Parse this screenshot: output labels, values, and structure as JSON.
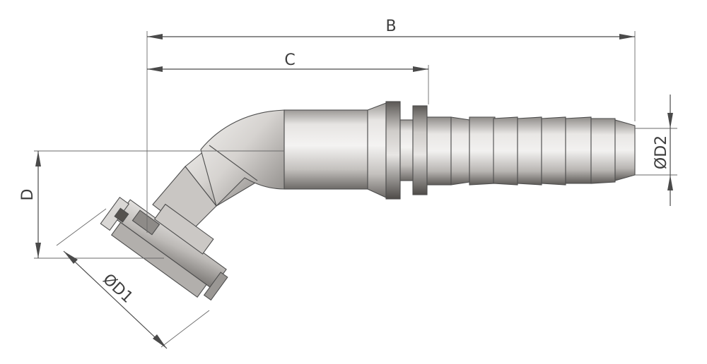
{
  "figure": {
    "dimensions": {
      "B": "B",
      "C": "C",
      "D": "D",
      "D1": "ØD1",
      "D2": "ØD2"
    },
    "colors": {
      "metal_light": "#dcdad8",
      "metal_mid": "#b9b6b3",
      "metal_dark": "#6f6c69",
      "edge": "#4d4d4d",
      "dimension": "#4a4a4a"
    }
  }
}
